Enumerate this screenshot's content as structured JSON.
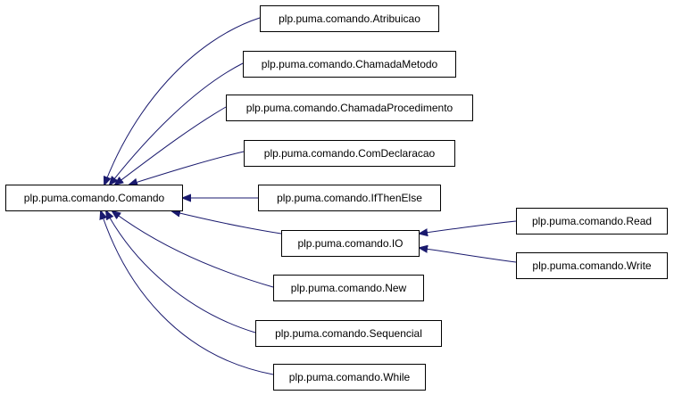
{
  "diagram": {
    "edge_color": "#1a1a6e",
    "nodes": {
      "comando": "plp.puma.comando.Comando",
      "atribuicao": "plp.puma.comando.Atribuicao",
      "chamada_metodo": "plp.puma.comando.ChamadaMetodo",
      "chamada_procedimento": "plp.puma.comando.ChamadaProcedimento",
      "com_declaracao": "plp.puma.comando.ComDeclaracao",
      "if_then_else": "plp.puma.comando.IfThenElse",
      "io": "plp.puma.comando.IO",
      "new": "plp.puma.comando.New",
      "sequencial": "plp.puma.comando.Sequencial",
      "while": "plp.puma.comando.While",
      "read": "plp.puma.comando.Read",
      "write": "plp.puma.comando.Write"
    },
    "edges": [
      {
        "from": "atribuicao",
        "to": "comando"
      },
      {
        "from": "chamada_metodo",
        "to": "comando"
      },
      {
        "from": "chamada_procedimento",
        "to": "comando"
      },
      {
        "from": "com_declaracao",
        "to": "comando"
      },
      {
        "from": "if_then_else",
        "to": "comando"
      },
      {
        "from": "io",
        "to": "comando"
      },
      {
        "from": "new",
        "to": "comando"
      },
      {
        "from": "sequencial",
        "to": "comando"
      },
      {
        "from": "while",
        "to": "comando"
      },
      {
        "from": "read",
        "to": "io"
      },
      {
        "from": "write",
        "to": "io"
      }
    ]
  }
}
